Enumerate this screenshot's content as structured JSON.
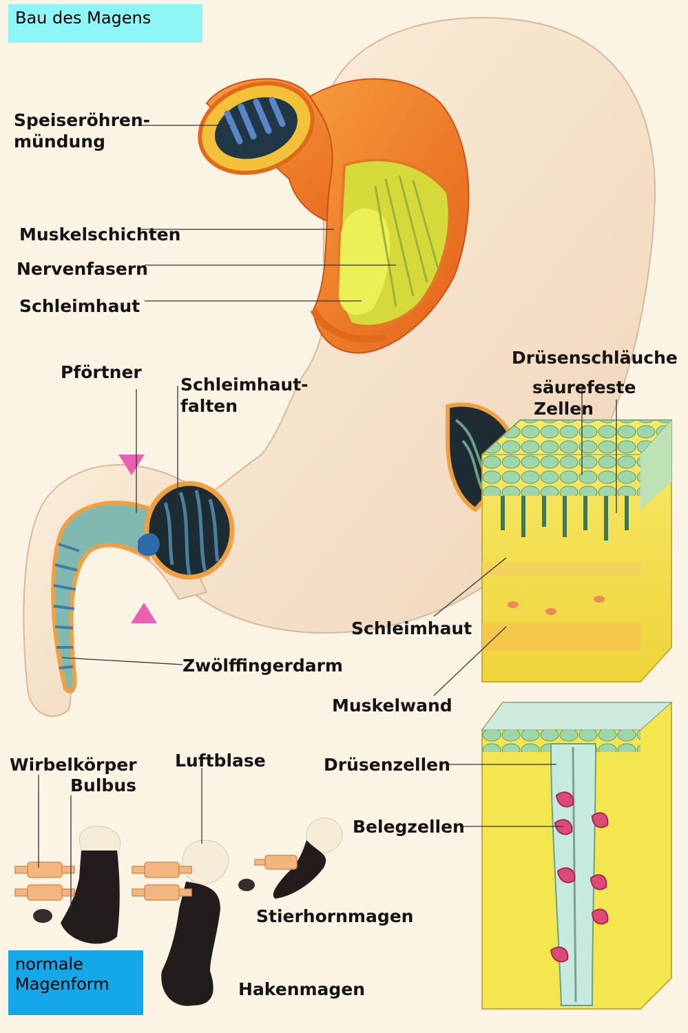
{
  "title": "Bau des Magens",
  "caption_normal": [
    "normale",
    "Magenform"
  ],
  "labels": {
    "speiseroehren": [
      "Speiseröhren-",
      "mündung"
    ],
    "muskelschichten": "Muskelschichten",
    "nervenfasern": "Nervenfasern",
    "schleimhaut_top": "Schleimhaut",
    "pfoertner": "Pförtner",
    "schleimhautfalten": [
      "Schleimhaut-",
      "falten"
    ],
    "druesenschlaeuche": "Drüsenschläuche",
    "saeurefeste": [
      "säurefeste",
      "Zellen"
    ],
    "schleimhaut_right": "Schleimhaut",
    "zwoelffingerdarm": "Zwölffingerdarm",
    "muskelwand": "Muskelwand",
    "wirbelkoerper": "Wirbelkörper",
    "bulbus": "Bulbus",
    "luftblase": "Luftblase",
    "druesenzellen": "Drüsenzellen",
    "belegzellen": "Belegzellen",
    "stierhornmagen": "Stierhornmagen",
    "hakenmagen": "Hakenmagen"
  },
  "colors": {
    "background": "#fbf4e4",
    "stomach": "#f7e6d0",
    "muscle": "#f07a22",
    "mucosa": "#dfe83a",
    "tissue": "#f3e246",
    "cells": "#9fdcb4",
    "parietal": "#e04a7a",
    "marker": "#ea5fb3",
    "title_box": "#8ef6f6",
    "caption_box": "#14a8e8"
  }
}
